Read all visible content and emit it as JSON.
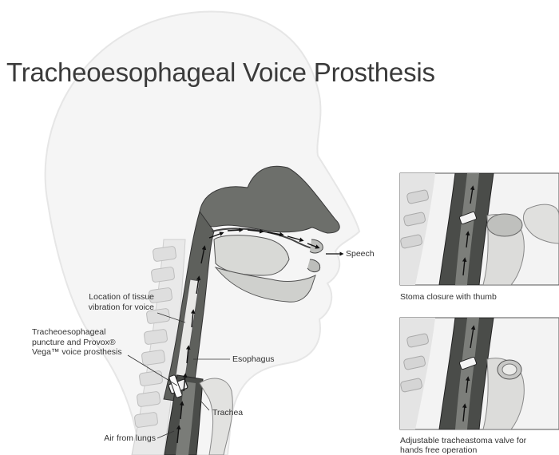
{
  "title": "Tracheoesophageal Voice Prosthesis",
  "labels": {
    "speech": "Speech",
    "vibration_line1": "Location of tissue",
    "vibration_line2": "vibration for voice",
    "puncture_line1": "Tracheoesophageal",
    "puncture_line2": "puncture and Provox®",
    "puncture_line3": "Vega™ voice prosthesis",
    "esophagus": "Esophagus",
    "trachea": "Trachea",
    "air": "Air from lungs"
  },
  "insets": [
    {
      "caption_line1": "Stoma closure with thumb",
      "caption_line2": ""
    },
    {
      "caption_line1": "Adjustable tracheastoma valve for",
      "caption_line2": "hands free operation"
    }
  ]
}
